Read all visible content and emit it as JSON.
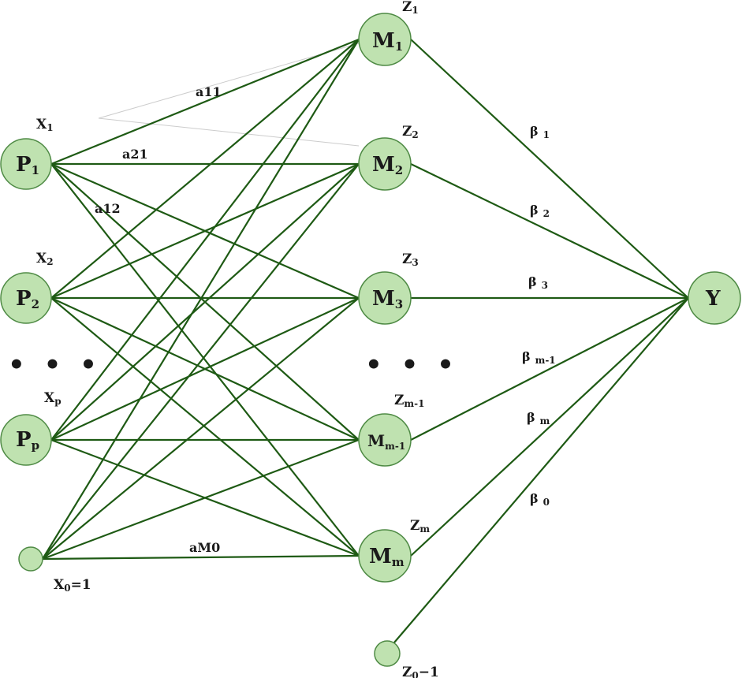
{
  "diagram": {
    "input_nodes": [
      {
        "main": "P",
        "sub": "1",
        "var_main": "X",
        "var_sub": "1"
      },
      {
        "main": "P",
        "sub": "2",
        "var_main": "X",
        "var_sub": "2"
      },
      {
        "main": "P",
        "sub": "p",
        "var_main": "X",
        "var_sub": "p"
      }
    ],
    "bias_input_label": {
      "main": "X",
      "sub": "0",
      "rest": "=1"
    },
    "hidden_nodes": [
      {
        "main": "M",
        "sub": "1",
        "var_main": "Z",
        "var_sub": "1"
      },
      {
        "main": "M",
        "sub": "2",
        "var_main": "Z",
        "var_sub": "2"
      },
      {
        "main": "M",
        "sub": "3",
        "var_main": "Z",
        "var_sub": "3"
      },
      {
        "main": "M",
        "sub": "m-1",
        "var_main": "Z",
        "var_sub": "m-1"
      },
      {
        "main": "M",
        "sub": "m",
        "var_main": "Z",
        "var_sub": "m"
      }
    ],
    "bias_hidden_label": {
      "main": "Z",
      "sub": "0",
      "rest": "−1"
    },
    "output_node": {
      "main": "Y"
    },
    "ellipsis": "• • •",
    "input_weights": {
      "a11": "a11",
      "a21": "a21",
      "a12": "a12",
      "aM0": "aM0"
    },
    "output_weights": [
      {
        "main": "β",
        "sub": "1"
      },
      {
        "main": "β",
        "sub": "2"
      },
      {
        "main": "β",
        "sub": "3"
      },
      {
        "main": "β",
        "sub": "m-1"
      },
      {
        "main": "β",
        "sub": "m"
      },
      {
        "main": "β",
        "sub": "0"
      }
    ],
    "colors": {
      "node_fill": "#bfe2b0",
      "node_stroke": "#4e8a44",
      "edge": "#1e5a14",
      "faint_edge": "#cccccc"
    }
  }
}
